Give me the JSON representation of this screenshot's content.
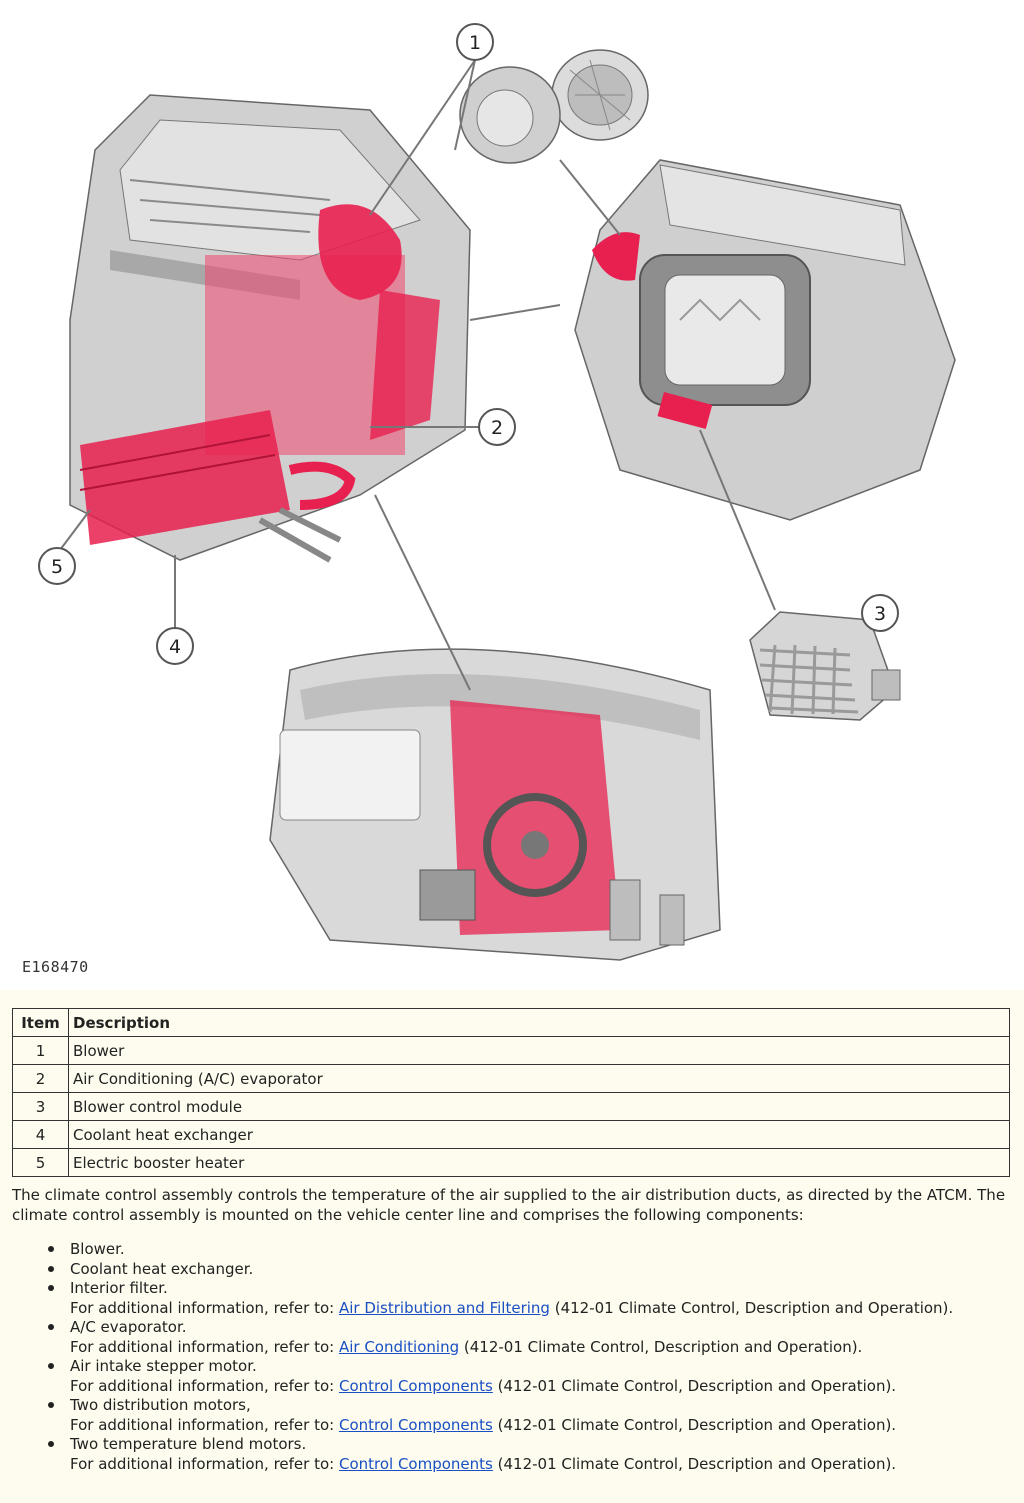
{
  "figure": {
    "id": "E168470",
    "callouts": [
      "1",
      "2",
      "3",
      "4",
      "5"
    ]
  },
  "table": {
    "headers": [
      "Item",
      "Description"
    ],
    "rows": [
      [
        "1",
        "Blower"
      ],
      [
        "2",
        "Air Conditioning (A/C) evaporator"
      ],
      [
        "3",
        "Blower control module"
      ],
      [
        "4",
        "Coolant heat exchanger"
      ],
      [
        "5",
        "Electric booster heater"
      ]
    ]
  },
  "intro": "The climate control assembly controls the temperature of the air supplied to the air distribution ducts, as directed by the ATCM. The climate control assembly is mounted on the vehicle center line and comprises the following components:",
  "components": [
    {
      "title": "Blower."
    },
    {
      "title": "Coolant heat exchanger."
    },
    {
      "title": "Interior filter.",
      "ref_prefix": "For additional information, refer to: ",
      "ref_link": "Air Distribution and Filtering",
      "ref_suffix": " (412-01 Climate Control, Description and Operation)."
    },
    {
      "title": "A/C evaporator.",
      "ref_prefix": "For additional information, refer to: ",
      "ref_link": "Air Conditioning",
      "ref_suffix": " (412-01 Climate Control, Description and Operation)."
    },
    {
      "title": "Air intake stepper motor.",
      "ref_prefix": "For additional information, refer to: ",
      "ref_link": "Control Components",
      "ref_suffix": " (412-01 Climate Control, Description and Operation)."
    },
    {
      "title": "Two distribution motors,",
      "ref_prefix": "For additional information, refer to: ",
      "ref_link": "Control Components",
      "ref_suffix": " (412-01 Climate Control, Description and Operation)."
    },
    {
      "title": "Two temperature blend motors.",
      "ref_prefix": "For additional information, refer to: ",
      "ref_link": "Control Components",
      "ref_suffix": " (412-01 Climate Control, Description and Operation)."
    }
  ],
  "colors": {
    "highlight": "#e8204f",
    "part_gray": "#c9c9c9",
    "link": "#1a4fc4",
    "page_bg": "#fdfcee"
  }
}
